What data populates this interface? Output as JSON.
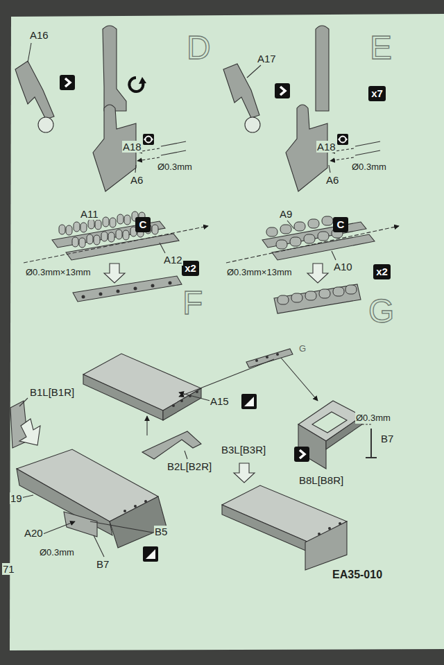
{
  "diagram": {
    "nodes": [
      {
        "text": [
          "x7"
        ]
      },
      {
        "text": [
          "C"
        ]
      },
      {
        "text": [
          "C"
        ]
      },
      {
        "text": [
          "x2"
        ]
      },
      {
        "text": [
          "x2"
        ]
      }
    ],
    "labels": [
      "A16",
      "D",
      "A17",
      "E",
      "A18",
      "Ø0.3mm",
      "A6",
      "A18",
      "Ø0.3mm",
      "A6",
      "A11",
      "A9",
      "A12",
      "Ø0.3mm×13mm",
      "A10",
      "Ø0.3mm×13mm",
      "F",
      "G",
      "G",
      "B1L[B1R]",
      "A15",
      "Ø0.3mm",
      "B7",
      "B3L[B3R]",
      "B2L[B2R]",
      "B8L[B8R]",
      "19",
      "A20",
      "B5",
      "Ø0.3mm",
      "B7",
      "71",
      "EA35-010"
    ]
  }
}
